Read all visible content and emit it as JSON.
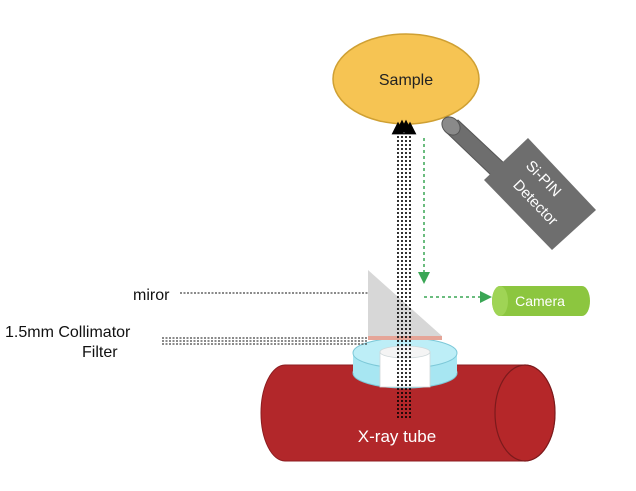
{
  "labels": {
    "sample": "Sample",
    "detector_line1": "Si-PIN",
    "detector_line2": "Detector",
    "camera": "Camera",
    "mirror": "miror",
    "collimator": "1.5mm Collimator",
    "filter": "Filter",
    "xray_tube": "X-ray tube"
  },
  "colors": {
    "sample_fill": "#f6c453",
    "sample_stroke": "#cfa033",
    "detector_fill": "#6e6e6e",
    "camera_fill": "#8cc63f",
    "tube_fill": "#b2272a",
    "tube_end": "#c9302f",
    "collimator_fill": "#a7e6f2",
    "mirror_fill": "#d0d0d0",
    "filter_fill": "#e5a598",
    "green_path": "#3aa655",
    "beam": "#000000"
  }
}
